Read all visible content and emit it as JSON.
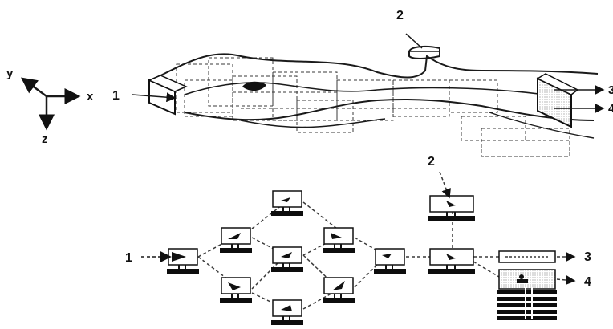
{
  "axes": {
    "x": "x",
    "y": "y",
    "z": "z"
  },
  "top_labels": {
    "inlet": "1",
    "side_inlet": "2",
    "outlet_a": "3",
    "outlet_b": "4"
  },
  "network_labels": {
    "inlet": "1",
    "side_inlet": "2",
    "outlet_a": "3",
    "outlet_b": "4"
  },
  "colors": {
    "ink": "#1a1a1a",
    "dash": "#3a3a3a",
    "bar": "#0d0d0d"
  },
  "icons": [
    "axes-icon",
    "computer-node-icon",
    "arrow-icon"
  ]
}
